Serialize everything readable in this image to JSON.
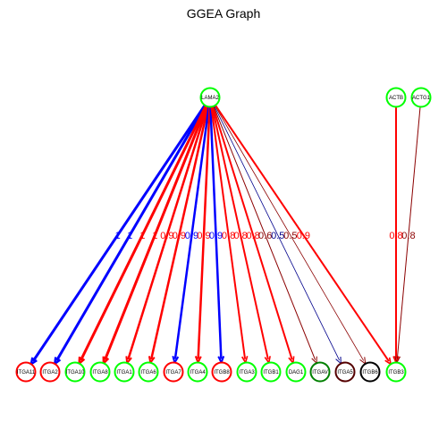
{
  "title": "GGEA Graph",
  "colors": {
    "activation": "#ff0000",
    "inhibition": "#0000ff",
    "weak_activation": "#8b0000",
    "weak_inhibition": "#00008b",
    "node_up": "#00ff00",
    "node_down": "#ff0000",
    "node_dark_green": "#008000",
    "node_neutral": "#000000",
    "node_dark_red": "#550000"
  },
  "nodes": [
    {
      "id": "LAMA2",
      "label": "LAMA2",
      "color": "node_up"
    },
    {
      "id": "ACTB",
      "label": "ACTB",
      "color": "node_up"
    },
    {
      "id": "ACTG1",
      "label": "ACTG1",
      "color": "node_up"
    },
    {
      "id": "ITGA11",
      "label": "ITGA11",
      "color": "node_down"
    },
    {
      "id": "ITGA2",
      "label": "ITGA2",
      "color": "node_down"
    },
    {
      "id": "ITGA10",
      "label": "ITGA10",
      "color": "node_up"
    },
    {
      "id": "ITGA8",
      "label": "ITGA8",
      "color": "node_up"
    },
    {
      "id": "ITGA1",
      "label": "ITGA1",
      "color": "node_up"
    },
    {
      "id": "ITGA6",
      "label": "ITGA6",
      "color": "node_up"
    },
    {
      "id": "ITGA7",
      "label": "ITGA7",
      "color": "node_down"
    },
    {
      "id": "ITGA4",
      "label": "ITGA4",
      "color": "node_up"
    },
    {
      "id": "ITGB8",
      "label": "ITGB8",
      "color": "node_down"
    },
    {
      "id": "ITGA3",
      "label": "ITGA3",
      "color": "node_up"
    },
    {
      "id": "ITGB1",
      "label": "ITGB1",
      "color": "node_up"
    },
    {
      "id": "DAG1",
      "label": "DAG1",
      "color": "node_up"
    },
    {
      "id": "ITGAV",
      "label": "ITGAV",
      "color": "node_dark_green"
    },
    {
      "id": "ITGA5",
      "label": "ITGA5",
      "color": "node_dark_red"
    },
    {
      "id": "ITGB6",
      "label": "ITGB6",
      "color": "node_neutral"
    },
    {
      "id": "ITGB3",
      "label": "ITGB3",
      "color": "node_up"
    }
  ],
  "edges": [
    {
      "from": "LAMA2",
      "to": "ITGA11",
      "label": "1",
      "color": "inhibition",
      "width": 3
    },
    {
      "from": "LAMA2",
      "to": "ITGA2",
      "label": "1",
      "color": "inhibition",
      "width": 3
    },
    {
      "from": "LAMA2",
      "to": "ITGA10",
      "label": "1",
      "color": "activation",
      "width": 3
    },
    {
      "from": "LAMA2",
      "to": "ITGA8",
      "label": "1",
      "color": "activation",
      "width": 3
    },
    {
      "from": "LAMA2",
      "to": "ITGA1",
      "label": "0.9",
      "color": "activation",
      "width": 2.5
    },
    {
      "from": "LAMA2",
      "to": "ITGA6",
      "label": "0.9",
      "color": "activation",
      "width": 2.5
    },
    {
      "from": "LAMA2",
      "to": "ITGA7",
      "label": "0.9",
      "color": "inhibition",
      "width": 2.5
    },
    {
      "from": "LAMA2",
      "to": "ITGA4",
      "label": "0.9",
      "color": "activation",
      "width": 2.5
    },
    {
      "from": "LAMA2",
      "to": "ITGB8",
      "label": "0.9",
      "color": "inhibition",
      "width": 2.5
    },
    {
      "from": "LAMA2",
      "to": "ITGA3",
      "label": "0.8",
      "color": "activation",
      "width": 2
    },
    {
      "from": "LAMA2",
      "to": "ITGB1",
      "label": "0.8",
      "color": "activation",
      "width": 2
    },
    {
      "from": "LAMA2",
      "to": "DAG1",
      "label": "0.8",
      "color": "activation",
      "width": 2
    },
    {
      "from": "LAMA2",
      "to": "ITGAV",
      "label": "0.6",
      "color": "weak_activation",
      "width": 1
    },
    {
      "from": "LAMA2",
      "to": "ITGA5",
      "label": "0.5",
      "color": "weak_inhibition",
      "width": 0.8
    },
    {
      "from": "LAMA2",
      "to": "ITGB6",
      "label": "0.5",
      "color": "weak_activation",
      "width": 0.8
    },
    {
      "from": "LAMA2",
      "to": "ITGB3",
      "label": "0.9",
      "color": "activation",
      "width": 2
    },
    {
      "from": "ACTB",
      "to": "ITGB3",
      "label": "0.8",
      "color": "activation",
      "width": 2
    },
    {
      "from": "ACTG1",
      "to": "ITGB3",
      "label": "0.8",
      "color": "weak_activation",
      "width": 1
    }
  ]
}
